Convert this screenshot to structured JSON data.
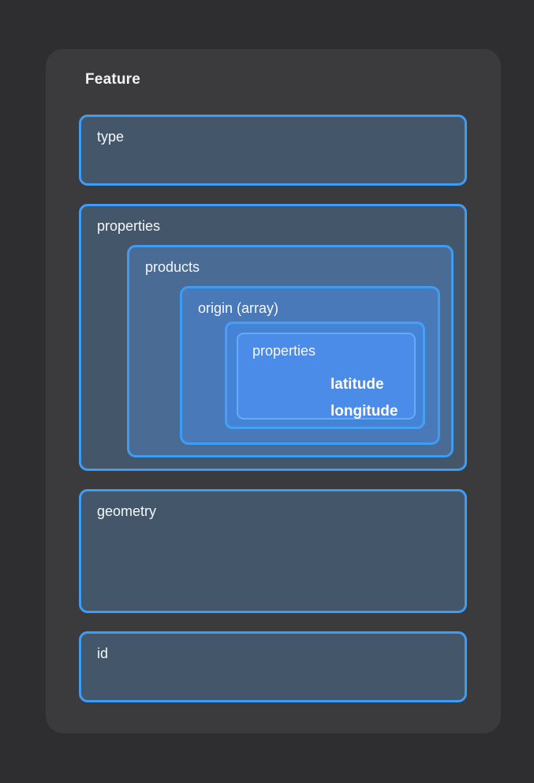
{
  "colors": {
    "page_bg": "#2e2e30",
    "card_bg": "#3b3b3d",
    "border_blue": "#3f9cf4",
    "border_light_blue": "#66abf5",
    "level1_fill": "#44566a",
    "level2_fill": "#4a6b94",
    "level3_fill": "#4979b8",
    "level4_fill": "#4583d7",
    "level5_fill": "#4a8ce8",
    "text": "#f5f7f9"
  },
  "diagram": {
    "title": "Feature",
    "type_box": {
      "label": "type"
    },
    "properties_box": {
      "label": "properties",
      "products_box": {
        "label": "products",
        "origin_box": {
          "label": "origin (array)",
          "item_box": {
            "properties_box": {
              "label": "properties",
              "fields": [
                {
                  "label": "latitude"
                },
                {
                  "label": "longitude"
                }
              ]
            }
          }
        }
      }
    },
    "geometry_box": {
      "label": "geometry"
    },
    "id_box": {
      "label": "id"
    }
  }
}
